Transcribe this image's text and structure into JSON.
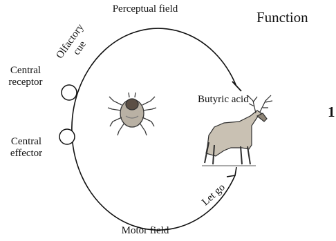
{
  "heading": "Function",
  "labels": {
    "perceptual_field": "Perceptual field",
    "motor_field": "Motor field",
    "olfactory_cue_line1": "Olfactory",
    "olfactory_cue_line2": "cue",
    "central_receptor_line1": "Central",
    "central_receptor_line2": "receptor",
    "central_effector_line1": "Central",
    "central_effector_line2": "effector",
    "butyric_acid": "Butyric acid",
    "let_go": "Let go",
    "side_number": "1"
  },
  "icons": [
    "tick-icon",
    "deer-icon"
  ],
  "colors": {
    "line": "#111111",
    "background": "#ffffff"
  }
}
